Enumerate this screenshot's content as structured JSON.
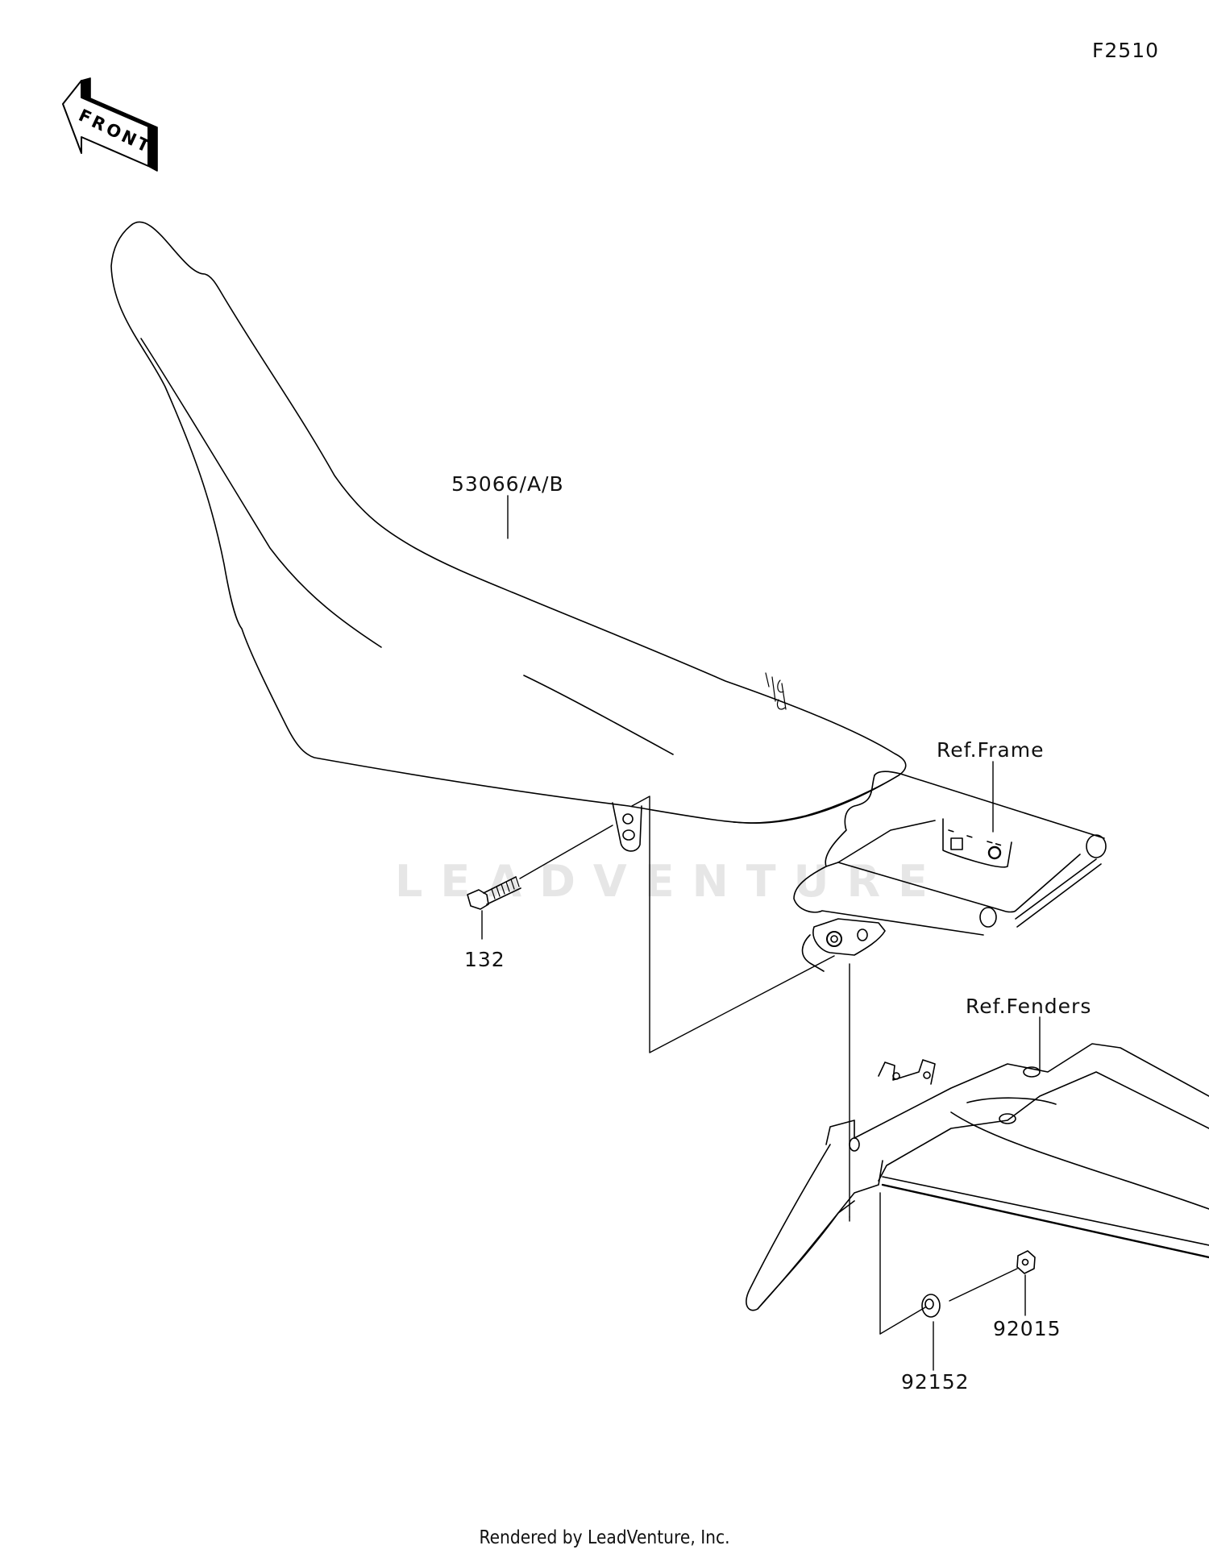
{
  "diagram": {
    "figure_code": "F2510",
    "front_indicator": "FRONT",
    "watermark": "LEADVENTURE",
    "footer": "Rendered by LeadVenture, Inc.",
    "callouts": [
      {
        "id": "seat",
        "part_number": "53066/A/B"
      },
      {
        "id": "bolt",
        "part_number": "132"
      },
      {
        "id": "frame",
        "part_number": "Ref.Frame"
      },
      {
        "id": "fenders",
        "part_number": "Ref.Fenders"
      },
      {
        "id": "nut",
        "part_number": "92015"
      },
      {
        "id": "collar",
        "part_number": "92152"
      }
    ]
  }
}
